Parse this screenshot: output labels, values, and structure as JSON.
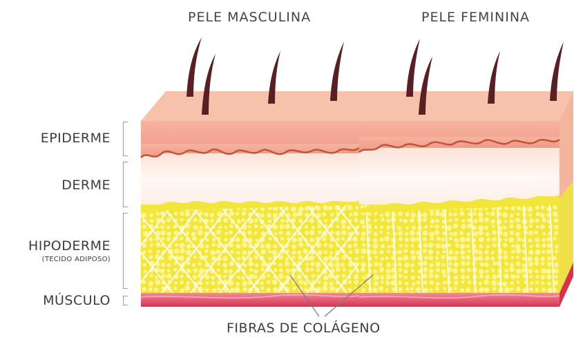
{
  "titles": {
    "male": "PELE MASCULINA",
    "female": "PELE FEMININA"
  },
  "layers": {
    "epidermis": "EPIDERME",
    "dermis": "DERME",
    "hypodermis": "HIPODERME",
    "hypodermis_note": "(TECIDO ADIPOSO)",
    "muscle": "MÚSCULO"
  },
  "caption": "FIBRAS DE COLÁGENO",
  "colors": {
    "epidermis_top": "#f6c1aa",
    "epidermis_front": "#f4a48f",
    "boundary": "#c0553a",
    "dermis": "#fdeee6",
    "fat": "#f2e63a",
    "fat_cell": "#fff7a8",
    "fiber": "#ffffff",
    "muscle": "#e0405a",
    "hair": "#5a1f22"
  }
}
